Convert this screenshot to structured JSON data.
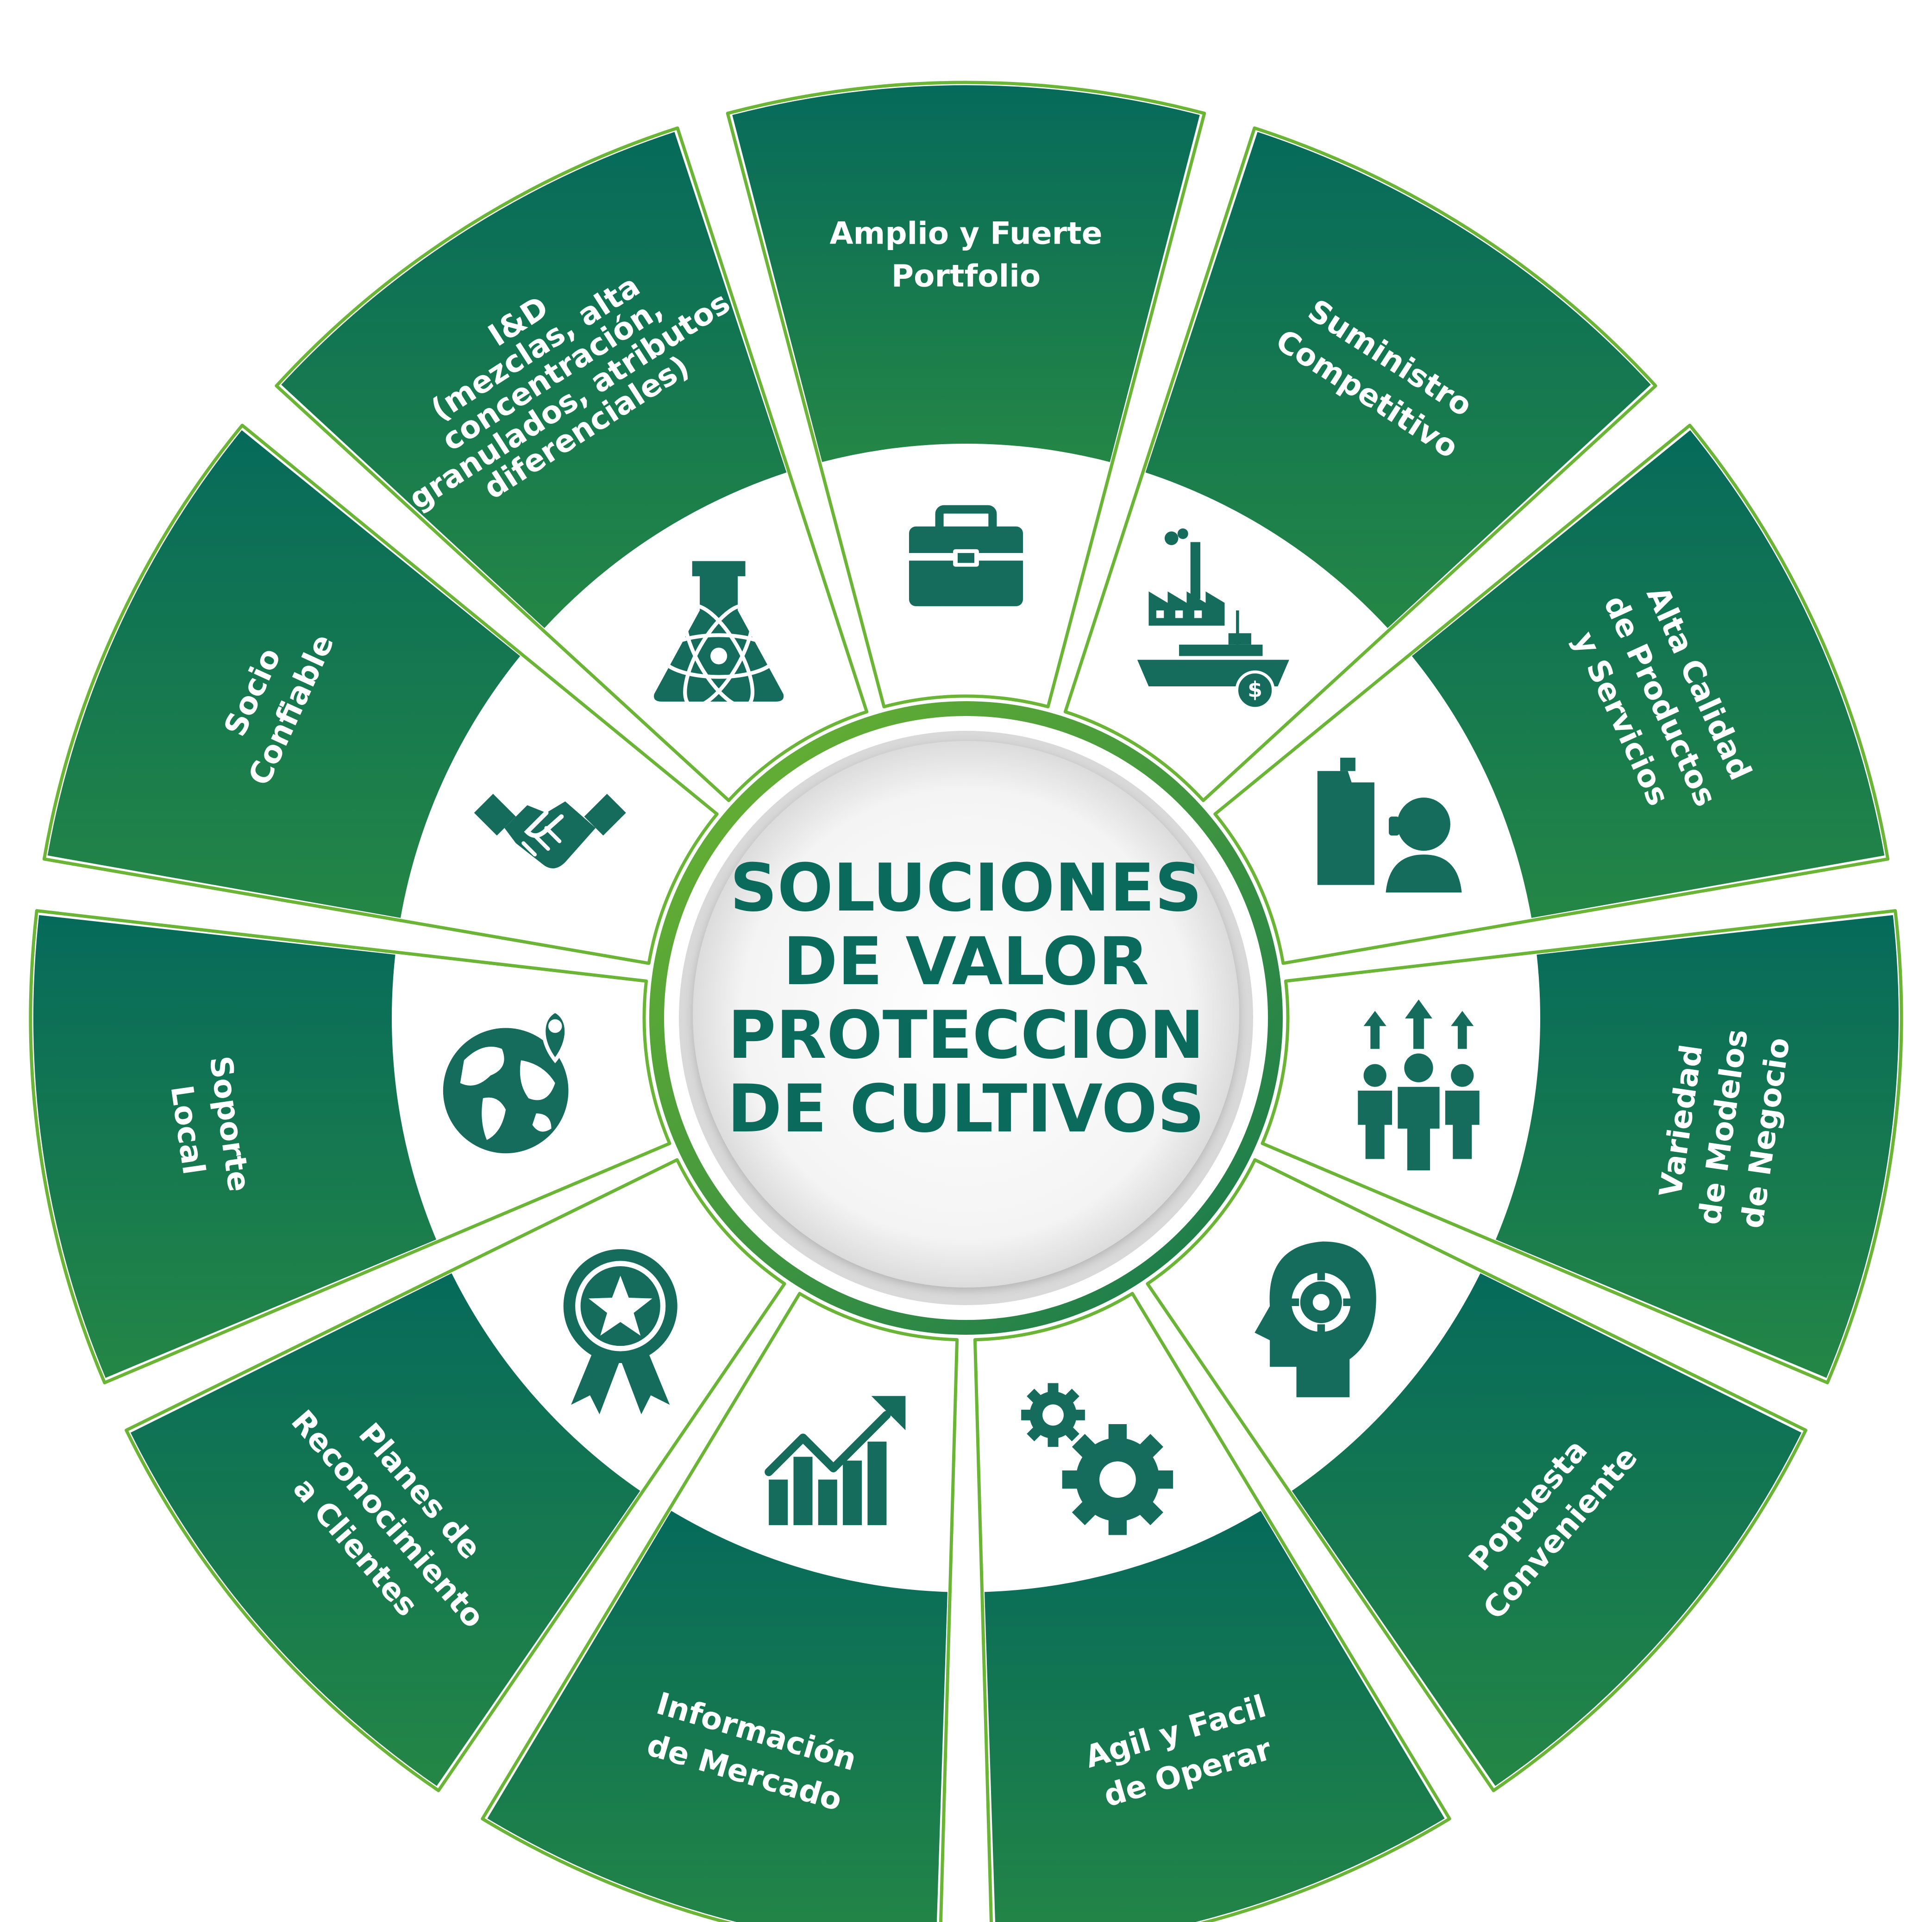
{
  "center": {
    "lines": [
      "SOLUCIONES",
      "DE VALOR",
      "PROTECCION",
      "DE CULTIVOS"
    ]
  },
  "segments": [
    {
      "id": "amplio",
      "lines": [
        "Amplio y Fuerte",
        "Portfolio"
      ],
      "icon": "briefcase-icon"
    },
    {
      "id": "suministro",
      "lines": [
        "Suministro",
        "Competitivo"
      ],
      "icon": "factory-ship-icon"
    },
    {
      "id": "alta-calidad",
      "lines": [
        "Alta Calidad",
        "de Productos",
        "y Servicios"
      ],
      "icon": "container-support-icon"
    },
    {
      "id": "variedad",
      "lines": [
        "Variedad",
        "de Modelos",
        "de Negocio"
      ],
      "icon": "people-growth-icon"
    },
    {
      "id": "popuesta",
      "lines": [
        "Popuesta",
        "Conveniente"
      ],
      "icon": "head-gear-icon"
    },
    {
      "id": "agil",
      "lines": [
        "Agil y Facil",
        "de Operar"
      ],
      "icon": "gears-icon"
    },
    {
      "id": "informacion",
      "lines": [
        "Información",
        "de Mercado"
      ],
      "icon": "chart-arrow-icon"
    },
    {
      "id": "planes",
      "lines": [
        "Planes de",
        "Reconocimiento",
        "a Clientes"
      ],
      "icon": "award-badge-icon"
    },
    {
      "id": "soporte",
      "lines": [
        "Soporte",
        "Local"
      ],
      "icon": "globe-pin-icon"
    },
    {
      "id": "socio",
      "lines": [
        "Socio",
        "Confiable"
      ],
      "icon": "handshake-icon"
    },
    {
      "id": "id",
      "lines": [
        "I&D",
        "(mezclas, alta",
        "concentración,",
        "granulados, atributos",
        "diferenciales)"
      ],
      "icon": "flask-atom-icon"
    }
  ],
  "colors": {
    "segment_dark": "#066a5b",
    "segment_mid": "#1f7f4a",
    "segment_outline": "#6ab536",
    "icon": "#156b5c",
    "center_text": "#0a6b5c",
    "center_ring": "#2e8f3b"
  }
}
